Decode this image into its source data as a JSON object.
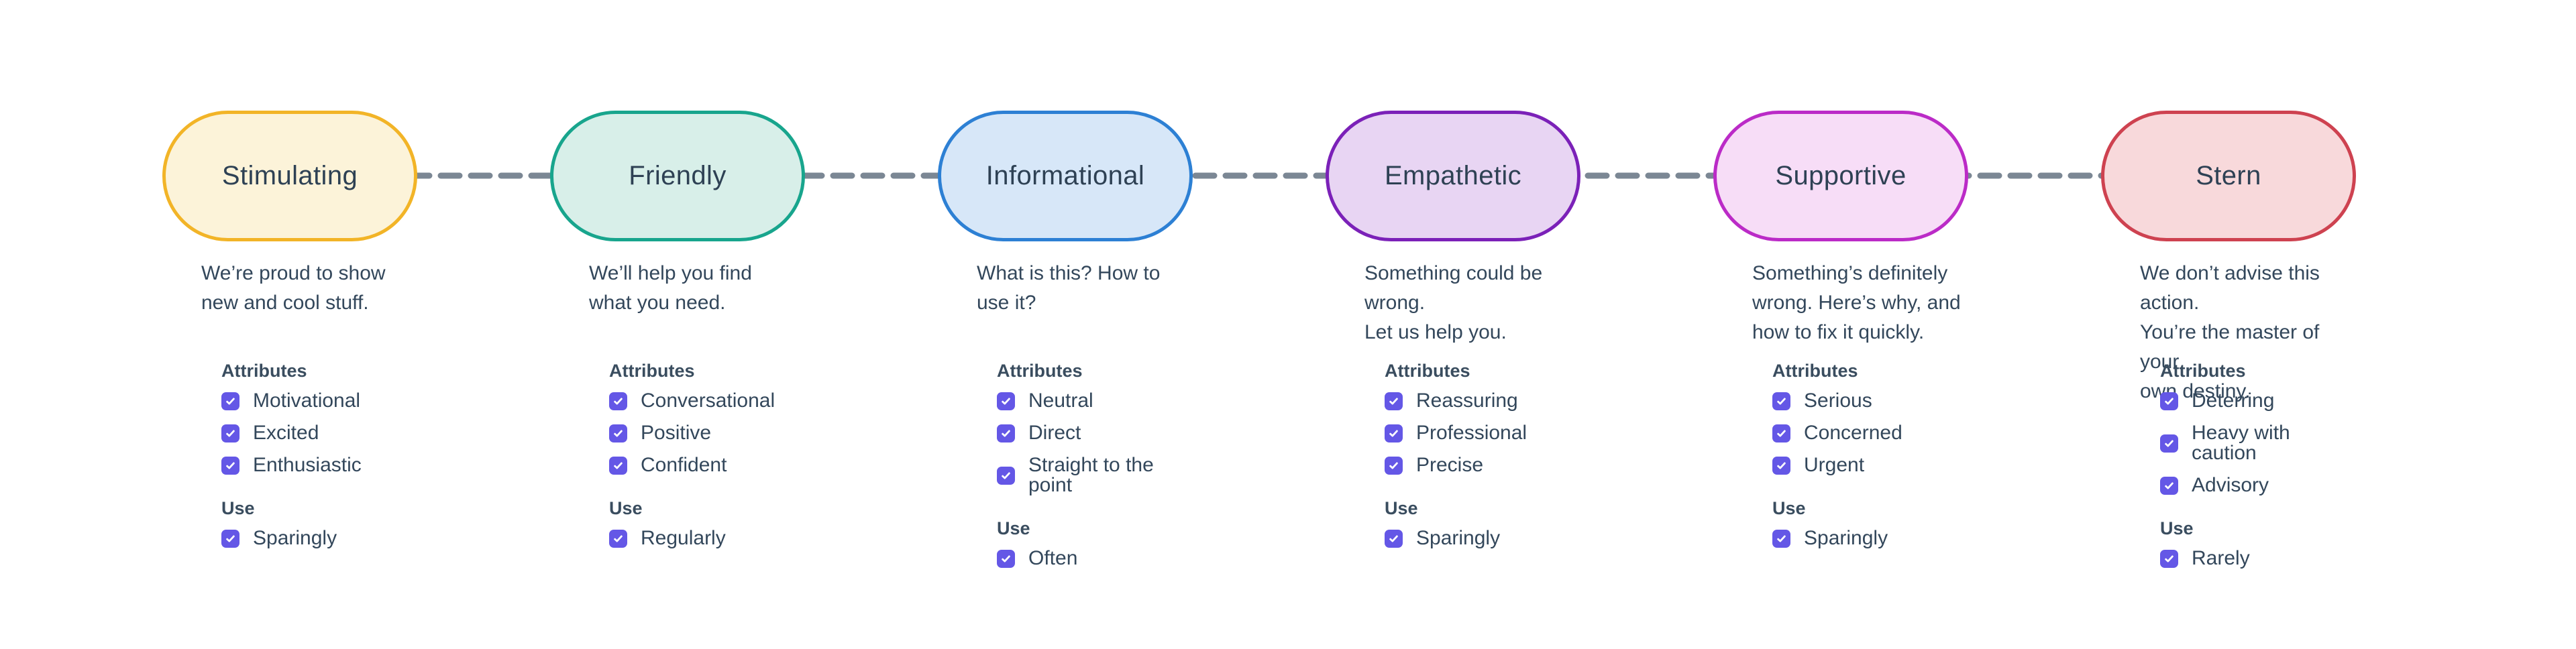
{
  "page": {
    "background": "#ffffff"
  },
  "connector": {
    "color": "#7b8794",
    "style": "dashed",
    "thickness": 9,
    "dash_length": 28,
    "dash_gap": 17
  },
  "checkbox": {
    "color": "#6457e6",
    "check_icon": "white-checkmark",
    "state": "checked"
  },
  "tones": [
    {
      "name": "Stimulating",
      "fill": "#fcf3d9",
      "border": "#f2b427",
      "description": "We’re proud to show\nnew and cool stuff.",
      "attributes_label": "Attributes",
      "attributes": [
        "Motivational",
        "Excited",
        "Enthusiastic"
      ],
      "use_label": "Use",
      "use": "Sparingly"
    },
    {
      "name": "Friendly",
      "fill": "#d8efe9",
      "border": "#18a58d",
      "description": "We’ll help you find\nwhat you need.",
      "attributes_label": "Attributes",
      "attributes": [
        "Conversational",
        "Positive",
        "Confident"
      ],
      "use_label": "Use",
      "use": "Regularly"
    },
    {
      "name": "Informational",
      "fill": "#d7e7f8",
      "border": "#2d80d4",
      "description": "What is this? How to\nuse it?",
      "attributes_label": "Attributes",
      "attributes": [
        "Neutral",
        "Direct",
        "Straight to the point"
      ],
      "use_label": "Use",
      "use": "Often"
    },
    {
      "name": "Empathetic",
      "fill": "#e8d5f3",
      "border": "#7b21b8",
      "description": "Something could be wrong.\nLet us help you.",
      "attributes_label": "Attributes",
      "attributes": [
        "Reassuring",
        "Professional",
        "Precise"
      ],
      "use_label": "Use",
      "use": "Sparingly"
    },
    {
      "name": "Supportive",
      "fill": "#f7ddf7",
      "border": "#bb2bc7",
      "description": "Something’s definitely\nwrong. Here’s why, and\nhow to fix it quickly.",
      "attributes_label": "Attributes",
      "attributes": [
        "Serious",
        "Concerned",
        "Urgent"
      ],
      "use_label": "Use",
      "use": "Sparingly"
    },
    {
      "name": "Stern",
      "fill": "#f8d9db",
      "border": "#ce4250",
      "description": "We don’t advise this action.\nYou’re the master of your\nown destiny.",
      "attributes_label": "Attributes",
      "attributes": [
        "Deterring",
        "Heavy with caution",
        "Advisory"
      ],
      "use_label": "Use",
      "use": "Rarely"
    }
  ]
}
